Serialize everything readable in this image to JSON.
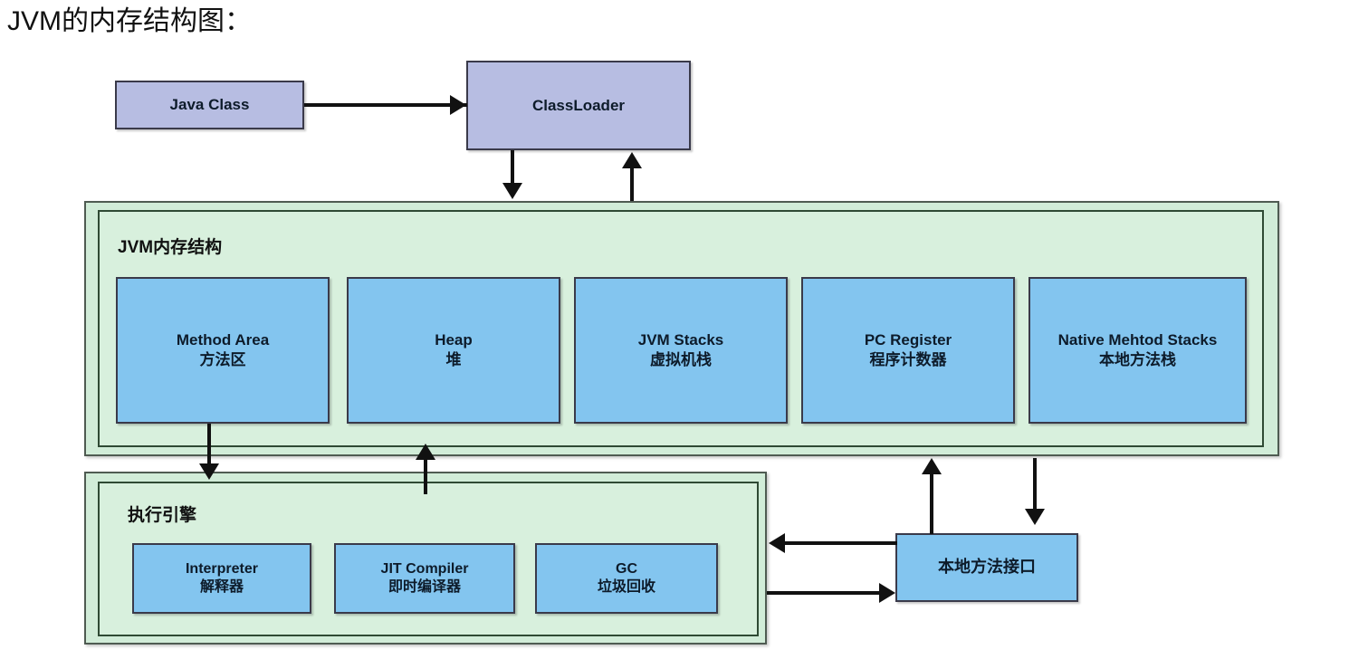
{
  "title": "JVM的内存结构图：",
  "nodes": {
    "java_class": {
      "label": "Java Class"
    },
    "class_loader": {
      "label": "ClassLoader"
    },
    "native_method_interface": {
      "label": "本地方法接口"
    }
  },
  "jvm_memory": {
    "group_label": "JVM内存结构",
    "regions": [
      {
        "en": "Method Area",
        "zh": "方法区"
      },
      {
        "en": "Heap",
        "zh": "堆"
      },
      {
        "en": "JVM Stacks",
        "zh": "虚拟机栈"
      },
      {
        "en": "PC Register",
        "zh": "程序计数器"
      },
      {
        "en": "Native Mehtod Stacks",
        "zh": "本地方法栈"
      }
    ]
  },
  "execution_engine": {
    "group_label": "执行引擎",
    "components": [
      {
        "en": "Interpreter",
        "zh": "解释器"
      },
      {
        "en": "JIT Compiler",
        "zh": "即时编译器"
      },
      {
        "en": "GC",
        "zh": "垃圾回收"
      }
    ]
  },
  "colors": {
    "lavender_box": "#b7bde2",
    "blue_box": "#83c5ef",
    "green_container": "#d1ecd8",
    "green_inner": "#d8f0dd",
    "connector": "#111111",
    "box_border": "#3a3a4a"
  }
}
